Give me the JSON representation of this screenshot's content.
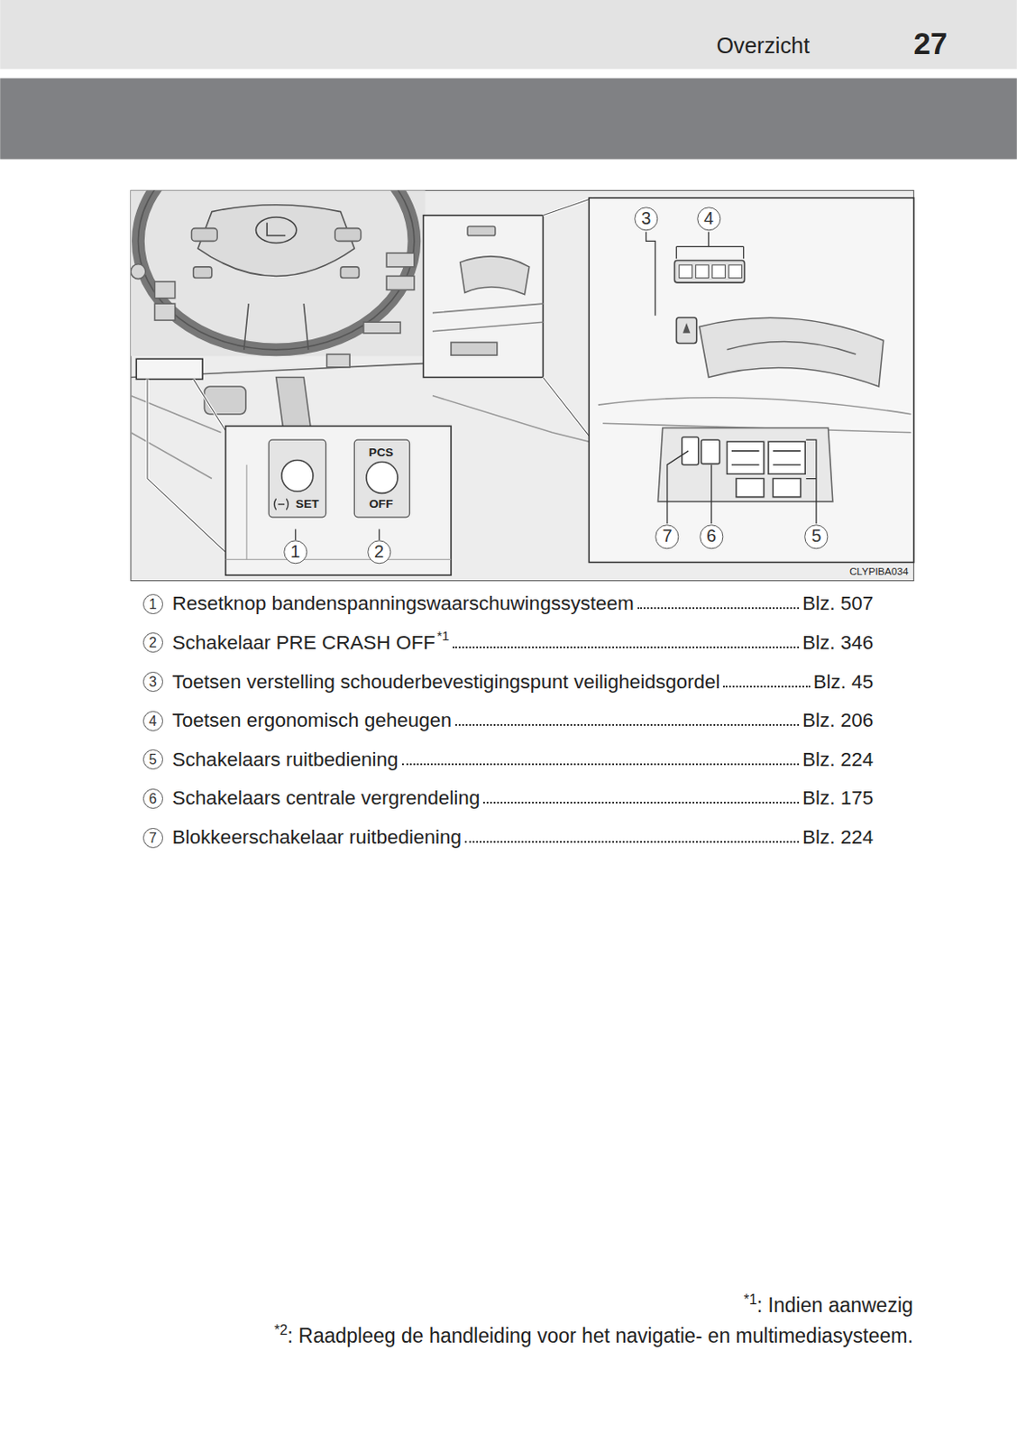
{
  "diagram": {
    "labels": [
      "Overzicht",
      "27",
      "3",
      "4",
      "SET",
      "PCS",
      "OFF",
      "7",
      "6",
      "5",
      "1",
      "2",
      "CLYPIBA034",
      "1",
      "Resetknop bandenspanningswaarschuwingssysteem",
      "Blz. 507",
      "2",
      "Schakelaar PRE CRASH OFF",
      "*1",
      "Blz. 346",
      "3",
      "Toetsen verstelling schouderbevestigingspunt veiligheidsgordel",
      "Blz. 45",
      "4",
      "Toetsen ergonomisch geheugen",
      "Blz. 206",
      "5",
      "Schakelaars ruitbediening",
      "Blz. 224",
      "6",
      "Schakelaars centrale vergrendeling",
      "Blz. 175",
      "7",
      "Blokkeerschakelaar ruitbediening",
      "Blz. 224",
      "*1",
      ": Indien aanwezig",
      "*2",
      ": Raadpleeg de handleiding voor het navigatie- en multimediasysteem."
    ]
  }
}
